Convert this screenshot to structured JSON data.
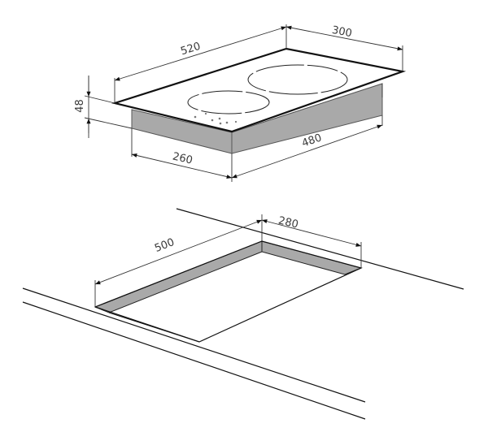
{
  "diagram": {
    "type": "technical-dimension-drawing",
    "subject": "two-zone cooktop and countertop cutout",
    "colors": {
      "line": "#111111",
      "dim_line": "#333333",
      "side_fill": "#a9a9a9",
      "background": "#ffffff",
      "text": "#3a3a3a"
    },
    "hob": {
      "dimensions": {
        "width": "520",
        "depth": "300",
        "height": "48",
        "body_depth": "260",
        "body_width": "480"
      },
      "burners": [
        "small-burner",
        "large-burner"
      ]
    },
    "cutout": {
      "dimensions": {
        "width": "500",
        "depth": "280"
      }
    }
  }
}
